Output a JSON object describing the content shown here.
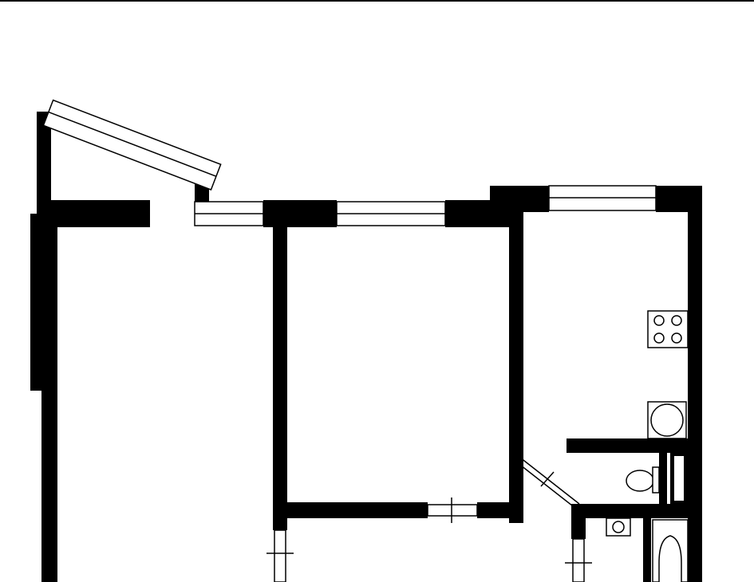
{
  "plan": {
    "wall_color": "#000000",
    "background_color": "#ffffff",
    "rooms": [
      {
        "id": "room-left",
        "label": ""
      },
      {
        "id": "room-middle",
        "label": ""
      },
      {
        "id": "kitchen",
        "label": ""
      },
      {
        "id": "toilet",
        "label": ""
      },
      {
        "id": "bathroom",
        "label": ""
      }
    ],
    "fixtures": [
      "stove-icon",
      "sink-icon",
      "toilet-icon",
      "washbasin-icon",
      "bathtub-icon"
    ]
  }
}
